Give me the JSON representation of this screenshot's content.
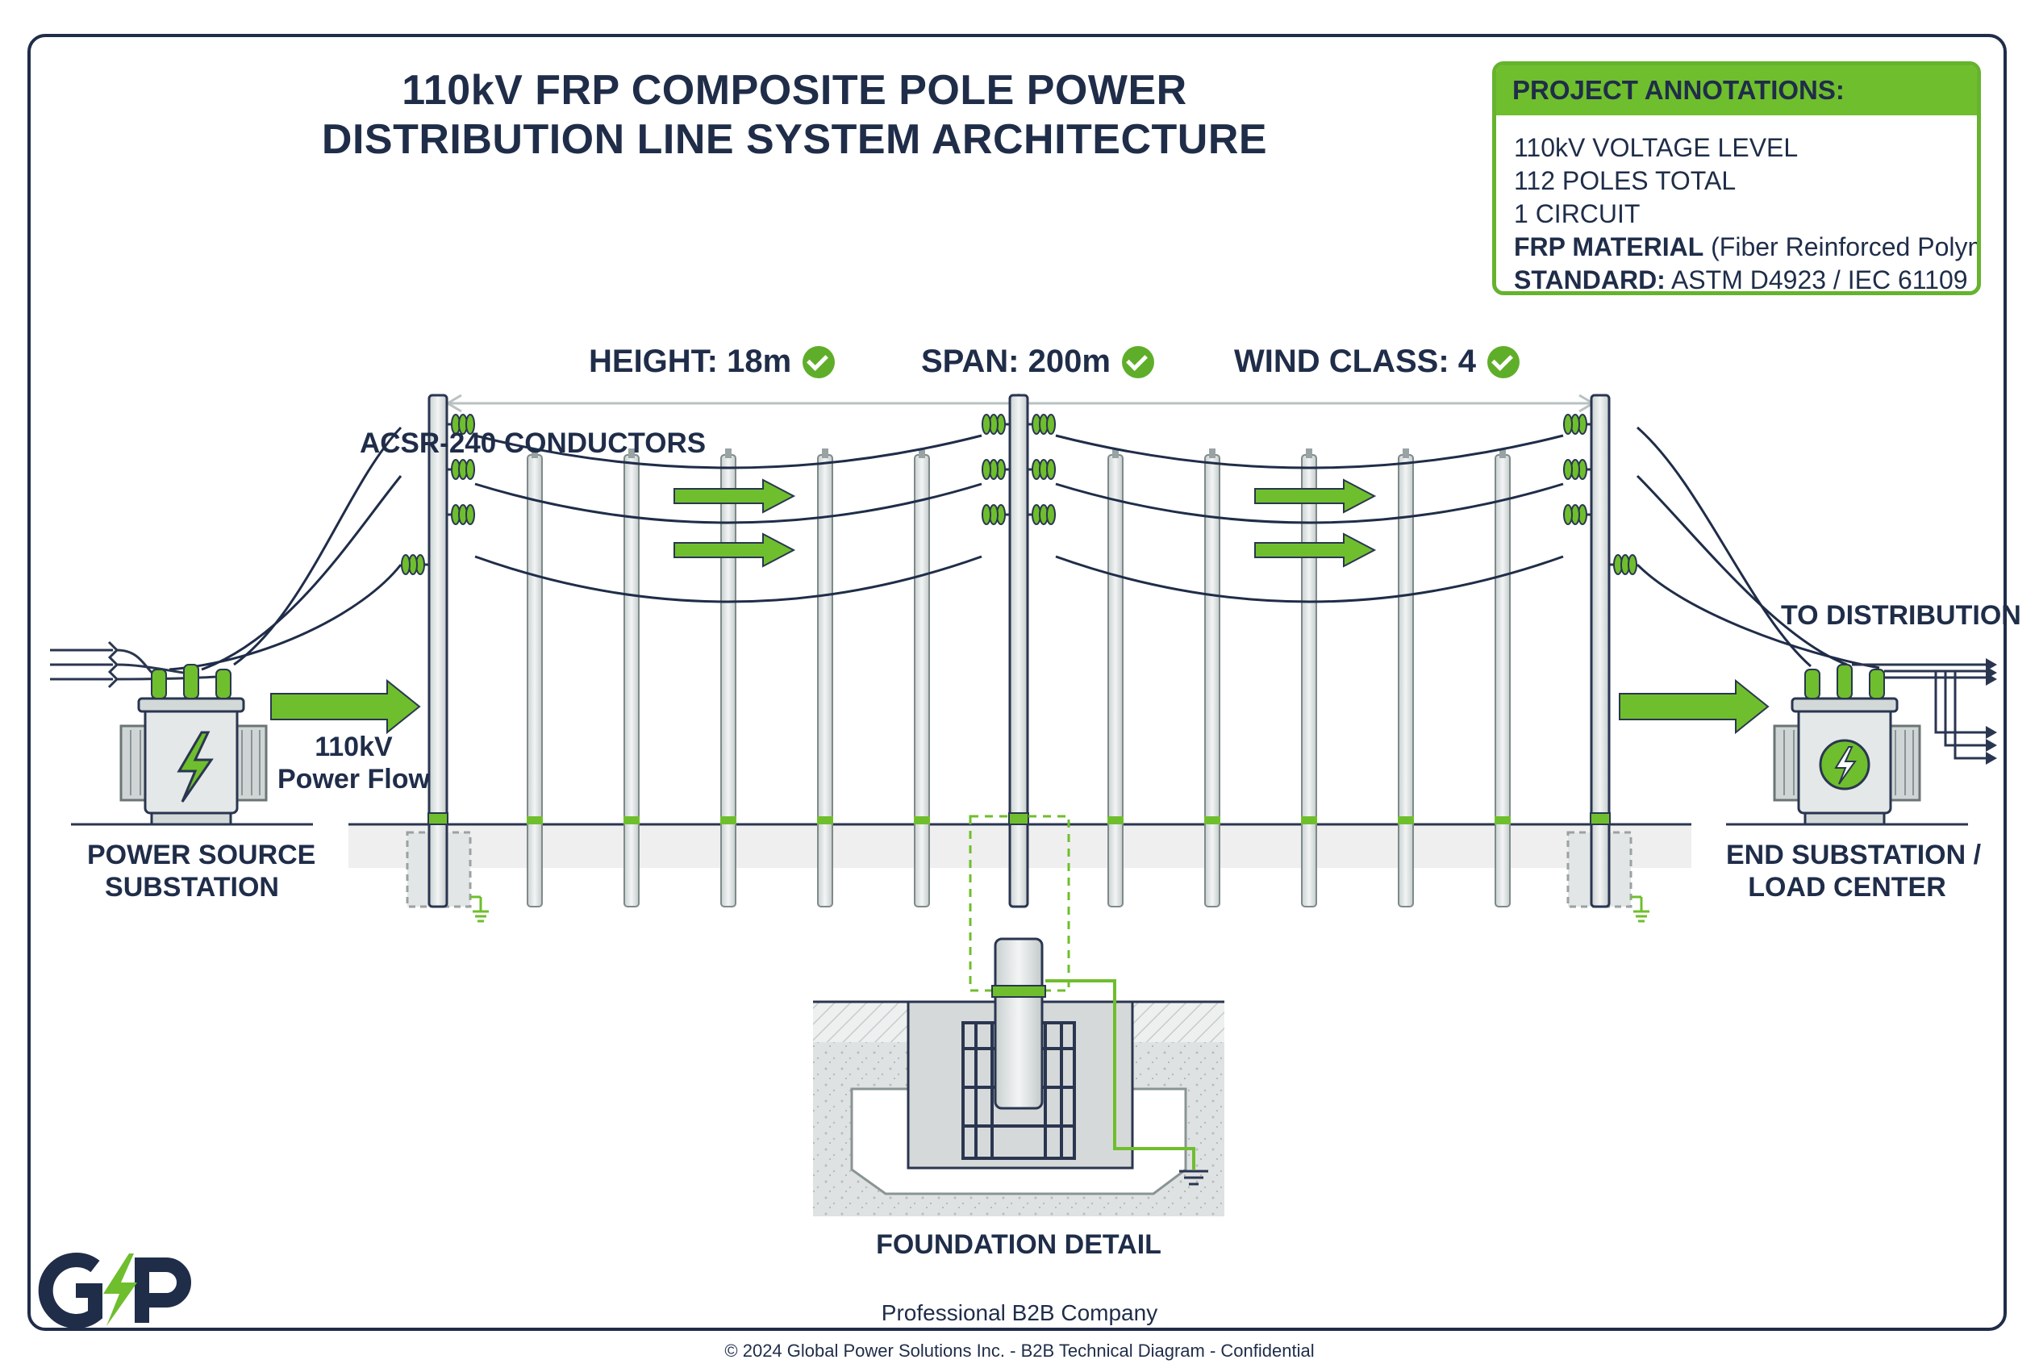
{
  "title": {
    "line1": "110kV FRP COMPOSITE POLE POWER",
    "line2": "DISTRIBUTION LINE SYSTEM ARCHITECTURE"
  },
  "annotations": {
    "header": "PROJECT ANNOTATIONS:",
    "voltage": "110kV VOLTAGE LEVEL",
    "poles": "112 POLES TOTAL",
    "circuit": "1 CIRCUIT",
    "material_key": "FRP MATERIAL",
    "material_val": " (Fiber Reinforced Polymer)",
    "standard_key": "STANDARD:",
    "standard_val": " ASTM D4923 / IEC 61109"
  },
  "specs": {
    "height": "HEIGHT: 18m",
    "span": "SPAN: 200m",
    "wind": "WIND CLASS: 4"
  },
  "labels": {
    "conductors": "ACSR-240 CONDUCTORS",
    "power_flow_1": "110kV",
    "power_flow_2": "Power Flow",
    "source_1": "POWER SOURCE",
    "source_2": "SUBSTATION",
    "to_distribution": "TO DISTRIBUTION",
    "end_1": "END SUBSTATION /",
    "end_2": "LOAD CENTER",
    "foundation": "FOUNDATION DETAIL"
  },
  "footer": {
    "company": "Professional B2B Company",
    "copyright": "© 2024 Global Power Solutions Inc. - B2B Technical Diagram - Confidential",
    "logo_text": "G/P"
  },
  "colors": {
    "accent": "#6fbe2d",
    "navy": "#1f2d49",
    "pole": "#dfe4e4"
  },
  "icons": {
    "source_transformer": "lightning-icon",
    "end_transformer": "lightning-circle-icon",
    "flow_arrows": "right-arrow-icon",
    "check_marks": "check-circle-icon",
    "ground": "ground-icon"
  }
}
